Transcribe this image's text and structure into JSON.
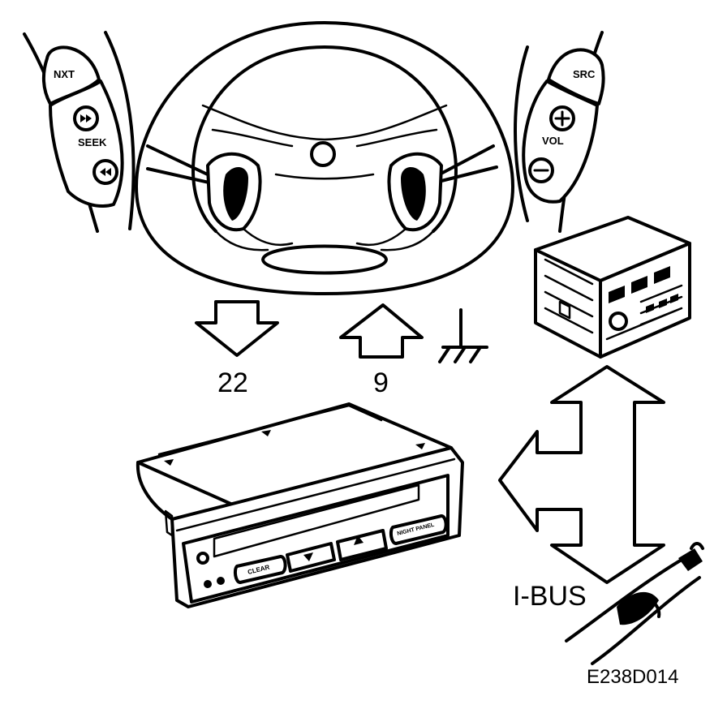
{
  "left_pad": {
    "next_label": "NXT",
    "seek_label": "SEEK",
    "buttons": [
      "seek-forward-icon",
      "seek-back-icon"
    ]
  },
  "right_pad": {
    "source_label": "SRC",
    "volume_label": "VOL",
    "buttons": [
      "plus-icon",
      "minus-icon"
    ]
  },
  "connections": {
    "output_pin": "22",
    "input_pin": "9",
    "ground_symbol": "ground-icon",
    "bus_label": "I-BUS"
  },
  "display_unit": {
    "clear_label": "CLEAR",
    "night_panel_label": "NIGHT PANEL",
    "buttons": [
      "down-arrow-icon",
      "up-arrow-icon"
    ]
  },
  "figure_code": "E238D014"
}
